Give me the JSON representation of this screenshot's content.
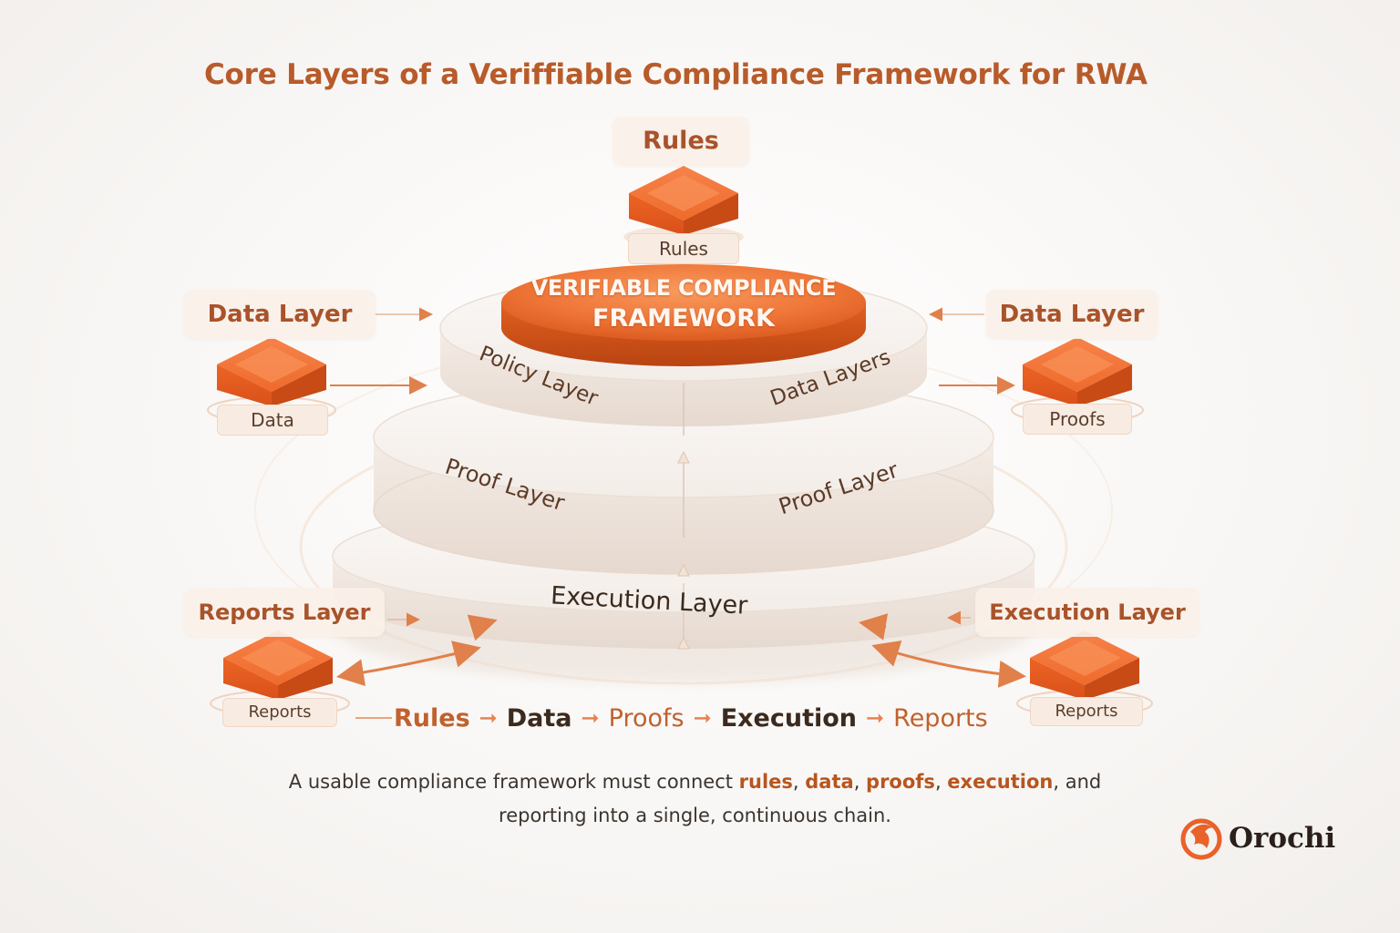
{
  "title": "Core Layers of a Veriffiable Compliance Framework for RWA",
  "center": {
    "line1": "VERIFIABLE COMPLIANCE",
    "line2": "FRAMEWORK"
  },
  "top_node": {
    "label": "Rules",
    "tag": "Rules"
  },
  "left_top_node": {
    "label": "Data Layer",
    "tag": "Data"
  },
  "right_top_node": {
    "label": "Data Layer",
    "tag": "Proofs"
  },
  "left_bottom_node": {
    "label": "Reports Layer",
    "tag": "Reports"
  },
  "right_bottom_node": {
    "label": "Execution Layer",
    "tag": "Reports"
  },
  "disk_labels": {
    "policy": "Policy Layer",
    "data": "Data Layers",
    "proof_left": "Proof Layer",
    "proof_right": "Proof Layer",
    "execution": "Execution Layer"
  },
  "flow": [
    "Rules",
    "Data",
    "Proofs",
    "Execution",
    "Reports"
  ],
  "caption": {
    "prefix": "A usable compliance framework must connect ",
    "rules": "rules",
    "sep1": ", ",
    "data": "data",
    "sep2": ", ",
    "proofs": "proofs",
    "sep3": ", ",
    "execution": "execution",
    "suffix": ", and",
    "line2": "reporting into a single, continuous chain."
  },
  "brand": {
    "name": "Orochi"
  },
  "colors": {
    "accent": "#e8692e",
    "accent_dark": "#b85b2a",
    "text_dark": "#3c2a1e",
    "disk": "#f7f2ee"
  },
  "icons": [
    "layer-block-icon",
    "arrow-right-icon",
    "double-arrow-icon",
    "orochi-logo-icon"
  ]
}
